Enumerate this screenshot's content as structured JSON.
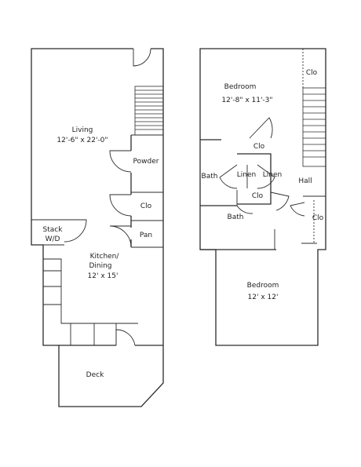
{
  "rooms": {
    "living_name": "Living",
    "living_dim": "12'-6\" x 22'-0\"",
    "powder": "Powder",
    "clo_lower": "Clo",
    "pan": "Pan",
    "stack_1": "Stack",
    "stack_2": "W/D",
    "kitchen_1": "Kitchen/",
    "kitchen_2": "Dining",
    "kitchen_dim": "12' x 15'",
    "deck": "Deck",
    "bedroom1_name": "Bedroom",
    "bedroom1_dim": "12'-8\" x 11'-3\"",
    "clo_top": "Clo",
    "clo_center": "Clo",
    "bath_left": "Bath",
    "linen_left": "Linen",
    "linen_right": "Linen",
    "hall": "Hall",
    "clo_lower_center": "Clo",
    "bath_lower": "Bath",
    "clo_hall": "Clo",
    "bedroom2_name": "Bedroom",
    "bedroom2_dim": "12' x 12'"
  }
}
